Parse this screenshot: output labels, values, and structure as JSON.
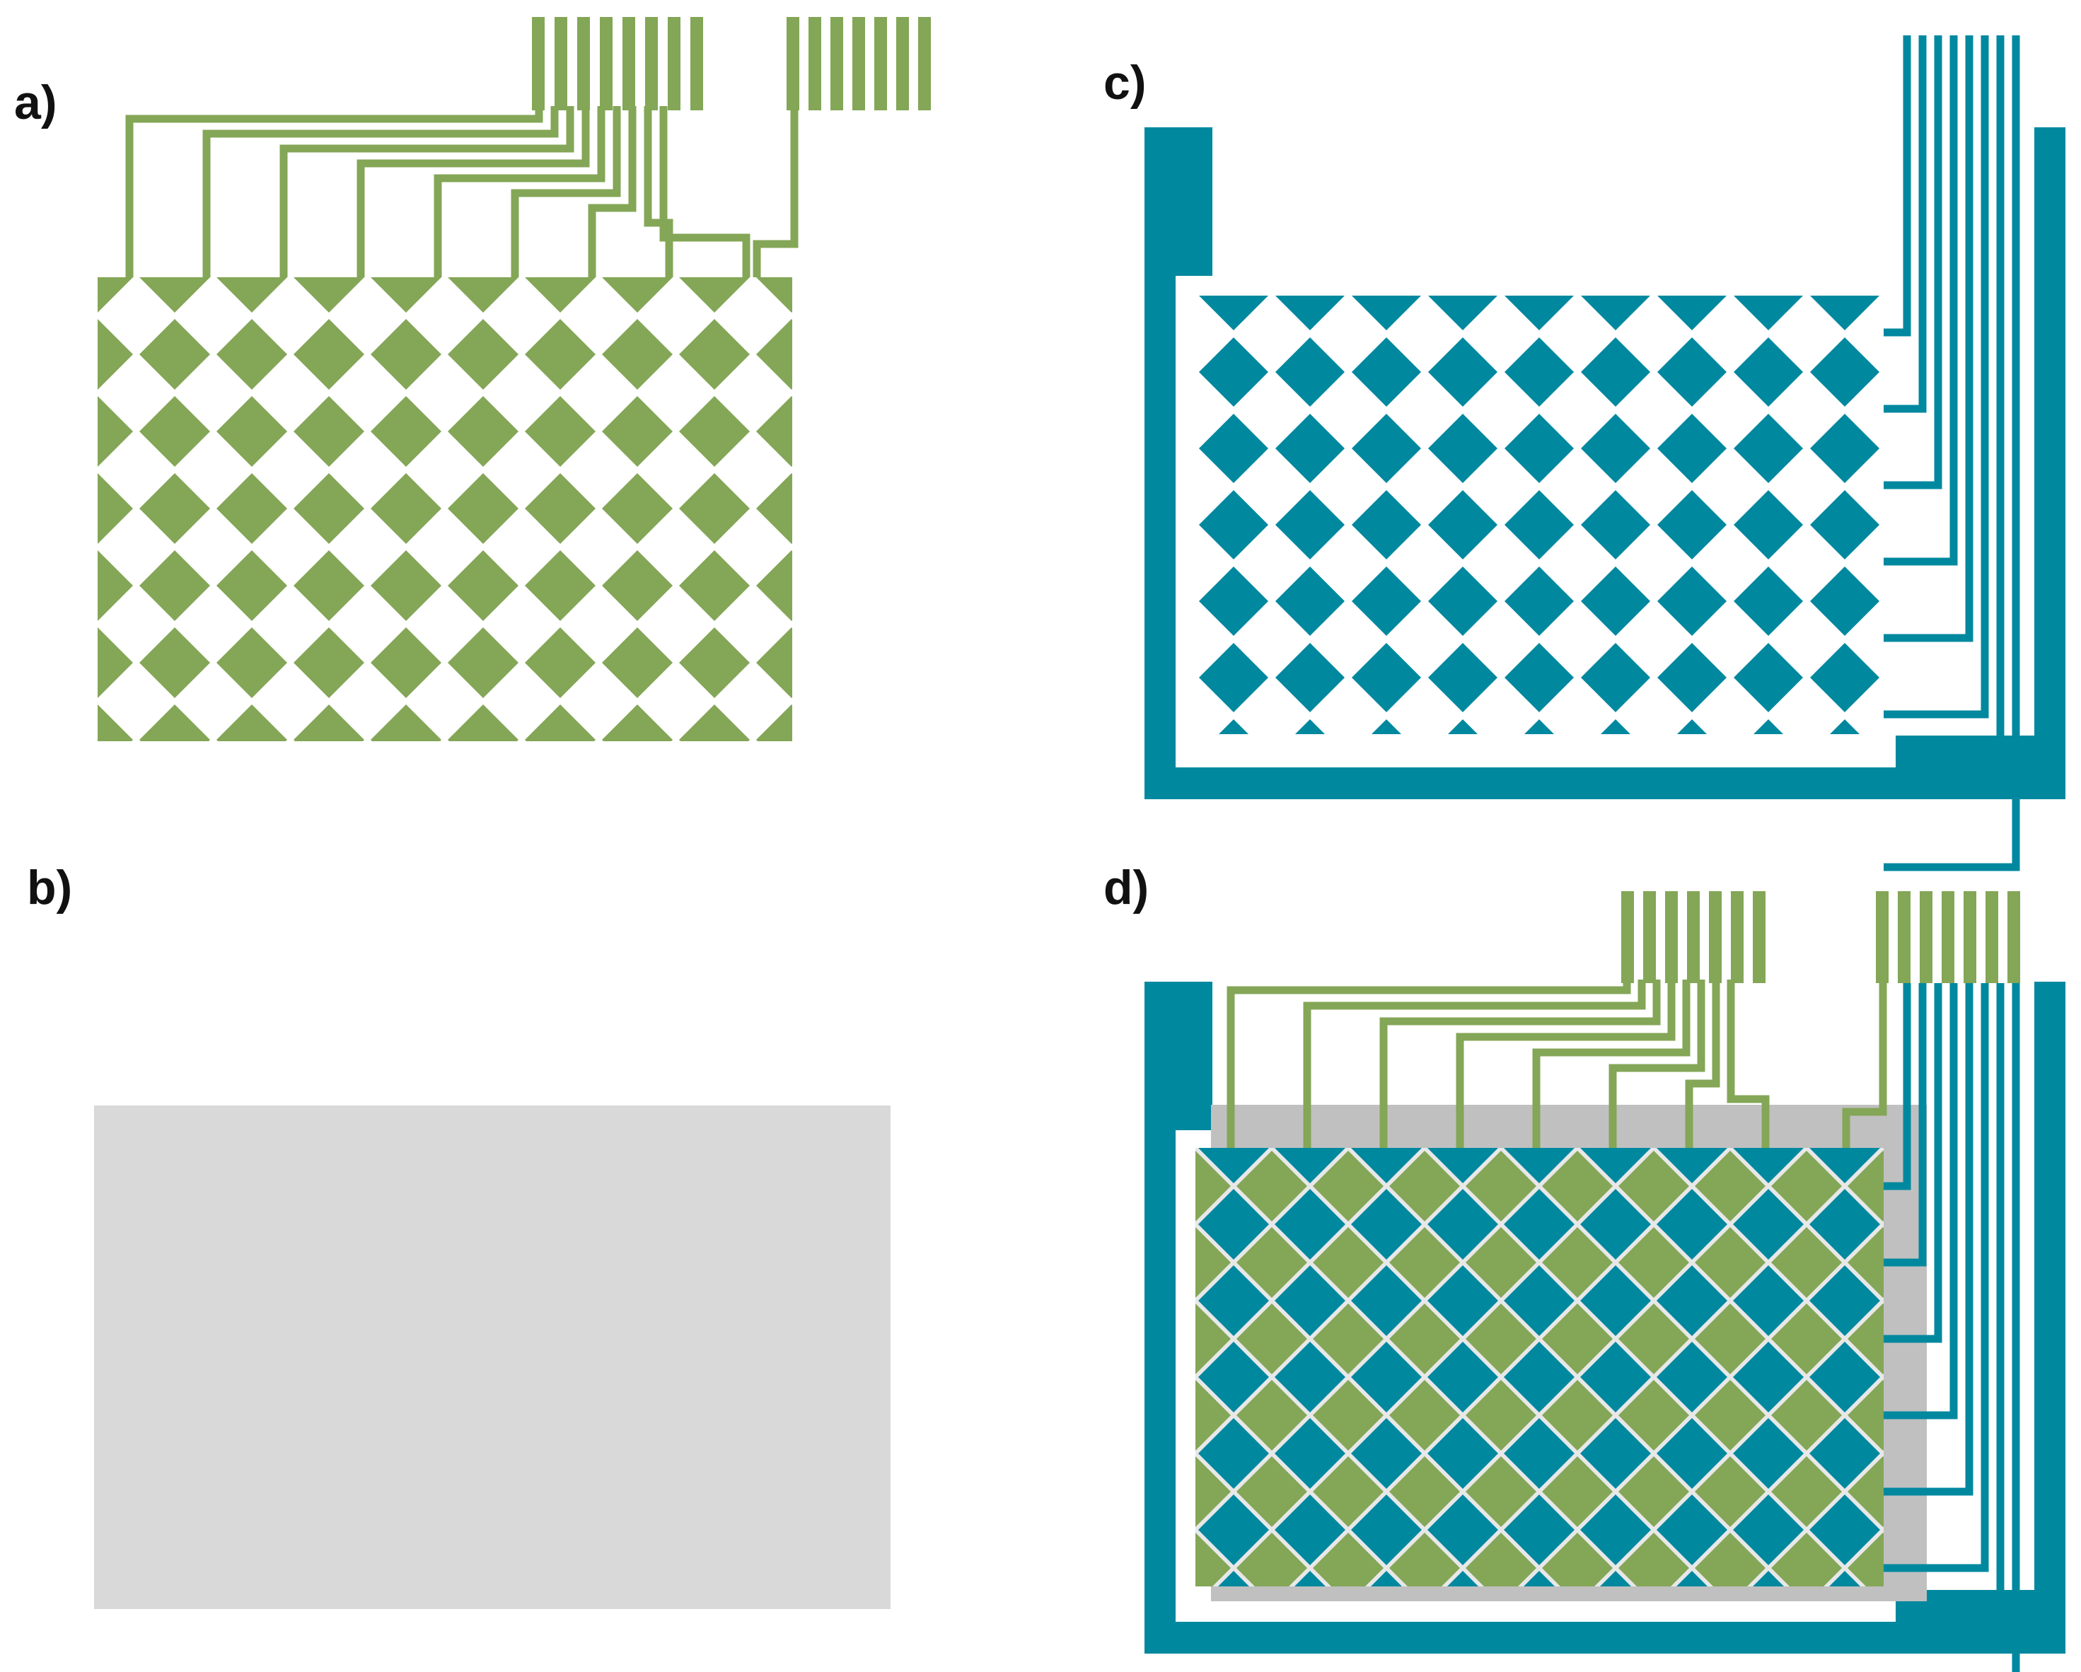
{
  "panels": [
    {
      "id": "a",
      "label": "a)"
    },
    {
      "id": "b",
      "label": "b)"
    },
    {
      "id": "c",
      "label": "c)"
    },
    {
      "id": "d",
      "label": "d)"
    }
  ],
  "colors": {
    "green_electrode": "#84a657",
    "blue_electrode": "#00889f",
    "dielectric_gray": "#d9d9d9",
    "overlay_gray": "#c0c0c0",
    "background": "#ffffff"
  },
  "layers": {
    "a": {
      "material": "green",
      "pattern": "diamond-grid",
      "columns": 9,
      "connector_pins": 15
    },
    "b": {
      "material": "gray",
      "pattern": "solid-rectangle"
    },
    "c": {
      "material": "blue",
      "pattern": "diamond-grid",
      "rows": 6,
      "connector_pins": 8
    },
    "d": {
      "material": "green+blue+gray",
      "pattern": "stacked-overlay"
    }
  }
}
